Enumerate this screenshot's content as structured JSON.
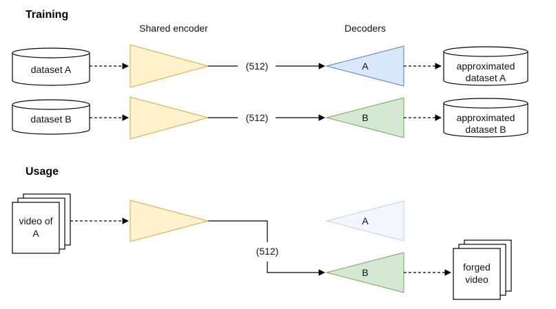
{
  "sections": {
    "training": "Training",
    "usage": "Usage"
  },
  "headers": {
    "encoder": "Shared encoder",
    "decoders": "Decoders"
  },
  "nodes": {
    "dataset_a": "dataset A",
    "dataset_b": "dataset B",
    "approx_a_line1": "approximated",
    "approx_a_line2": "dataset A",
    "approx_b_line1": "approximated",
    "approx_b_line2": "dataset B",
    "decoder_a": "A",
    "decoder_b": "B",
    "usage_decoder_a": "A",
    "usage_decoder_b": "B",
    "video_line1": "video of",
    "video_line2": "A",
    "forged_line1": "forged",
    "forged_line2": "video"
  },
  "edges": {
    "latent_a": "(512)",
    "latent_b": "(512)",
    "latent_usage": "(512)"
  },
  "colors": {
    "encoder_fill": "#fff2cc",
    "encoder_stroke": "#d6b656",
    "decoder_a_fill": "#dae8fc",
    "decoder_a_stroke": "#6c8ebf",
    "decoder_b_fill": "#d5e8d4",
    "decoder_b_stroke": "#82b366",
    "faded_fill": "#f3f7fd",
    "faded_stroke": "#c9d6ea"
  }
}
